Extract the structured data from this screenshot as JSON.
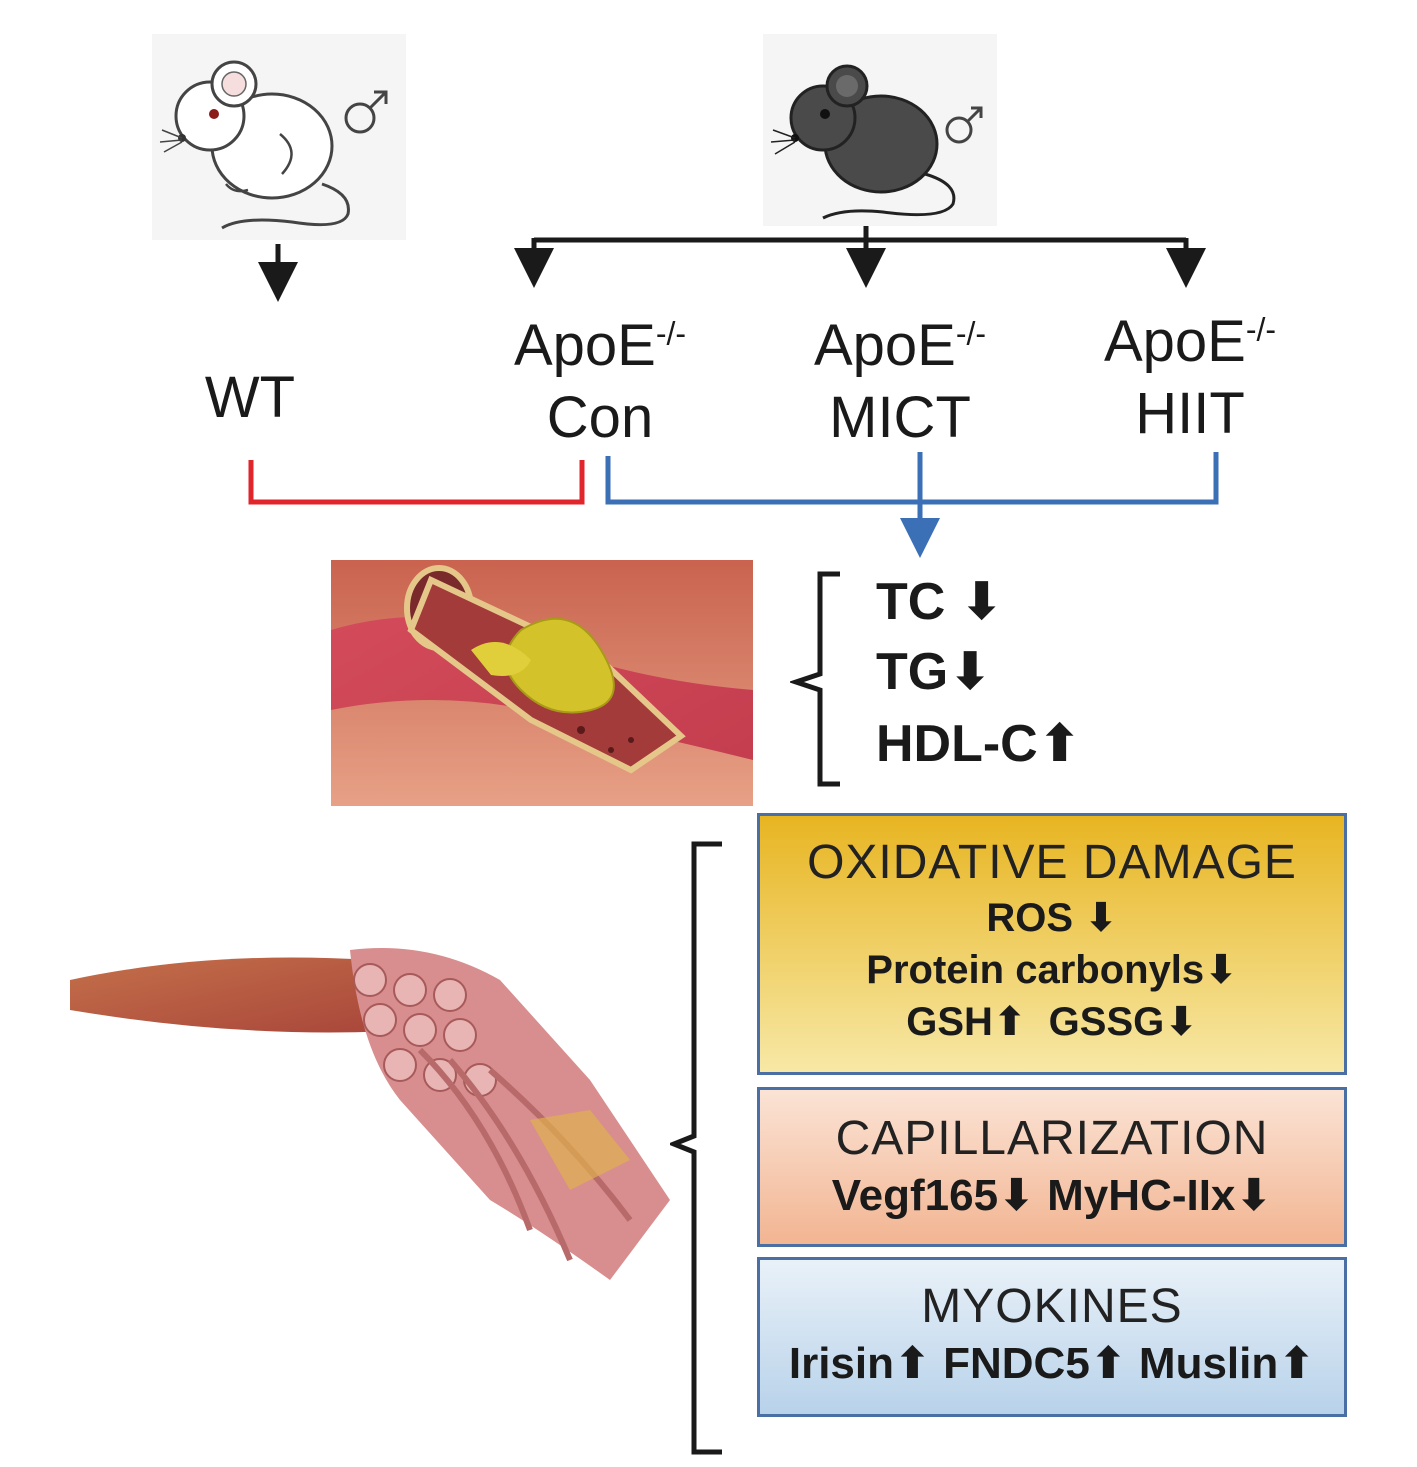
{
  "mice": {
    "wt_symbol": "♂",
    "apoe_symbol": "♂",
    "wt_color": "#ffffff",
    "apoe_color": "#4a4a4a"
  },
  "groups": {
    "wt": "WT",
    "apoe_prefix": "ApoE",
    "apoe_sup": "-/-",
    "con": "Con",
    "mict": "MICT",
    "hiit": "HIIT"
  },
  "lipids": {
    "tc": "TC",
    "tg": "TG",
    "hdl": "HDL-C",
    "down": "⬇",
    "up": "⬆"
  },
  "oxidative": {
    "title": "OXIDATIVE DAMAGE",
    "ros": "ROS",
    "protein": "Protein carbonyls",
    "gsh": "GSH",
    "gssg": "GSSG"
  },
  "capillarization": {
    "title": "CAPILLARIZATION",
    "vegf": "Vegf165",
    "myhc": "MyHC-IIx"
  },
  "myokines": {
    "title": "MYOKINES",
    "irisin": "Irisin",
    "fndc5": "FNDC5",
    "muslin": "Muslin"
  },
  "colors": {
    "red_bracket": "#e0262b",
    "blue_bracket": "#3b6fb6",
    "oxidative_top": "#e8b522",
    "oxidative_bottom": "#f7e8a6",
    "capillary_top": "#fbe3d5",
    "capillary_bottom": "#f2b592",
    "myokines_top": "#e9f1f8",
    "myokines_bottom": "#b8d2ea",
    "box_border": "#4a6fa5"
  }
}
